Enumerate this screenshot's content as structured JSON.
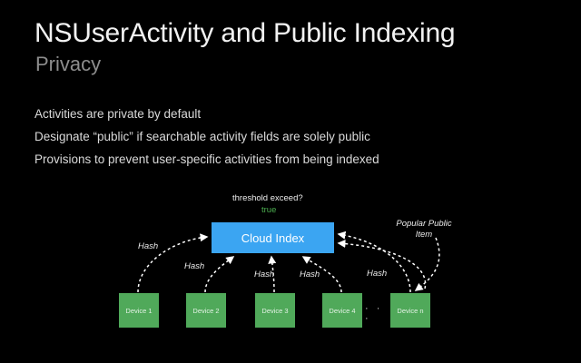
{
  "slide": {
    "background_color": "#000000",
    "title": "NSUserActivity and Public Indexing",
    "subtitle": "Privacy",
    "title_color": "#f2f2f2",
    "subtitle_color": "#8d8d8d"
  },
  "bullets": [
    "Activities are private by default",
    "Designate “public” if searchable activity fields are solely public",
    "Provisions to prevent user-specific activities from being indexed"
  ],
  "diagram": {
    "cloud_index": {
      "label": "Cloud Index",
      "fill_color": "#3ba5f2",
      "text_color": "#ffffff"
    },
    "devices": [
      {
        "label": "Device 1"
      },
      {
        "label": "Device 2"
      },
      {
        "label": "Device 3"
      },
      {
        "label": "Device 4"
      },
      {
        "label": "Device n"
      }
    ],
    "device_fill_color": "#50a95a",
    "device_text_color": "#e4f3e6",
    "ellipsis": "· · ·",
    "edge_labels": {
      "hash_1": "Hash",
      "hash_2": "Hash",
      "hash_3": "Hash",
      "hash_4": "Hash",
      "hash_5": "Hash",
      "popular_public_item_line1": "Popular Public",
      "popular_public_item_line2": "Item"
    },
    "threshold": {
      "question": "threshold exceed?",
      "value": "true",
      "value_color": "#4caf50"
    },
    "edge_style": {
      "color": "#ffffff",
      "dash": "3 3"
    }
  }
}
